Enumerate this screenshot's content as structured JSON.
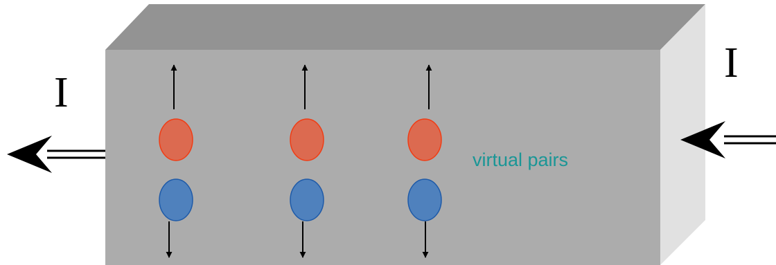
{
  "labels": {
    "current_left": "I",
    "current_right": "I",
    "virtual_pairs": "virtual pairs"
  },
  "colors": {
    "block_front": "#acacac",
    "block_top": "#939393",
    "block_side": "#e1e1e1",
    "particle_up_fill": "#dc6a50",
    "particle_up_stroke": "#f03c14",
    "particle_down_fill": "#4f81bd",
    "particle_down_stroke": "#1e5aa8",
    "label_text": "#1a9696",
    "arrow": "#000000"
  },
  "pairs": [
    {
      "upper": "particle",
      "lower": "particle"
    },
    {
      "upper": "particle",
      "lower": "particle"
    },
    {
      "upper": "particle",
      "lower": "particle"
    }
  ]
}
